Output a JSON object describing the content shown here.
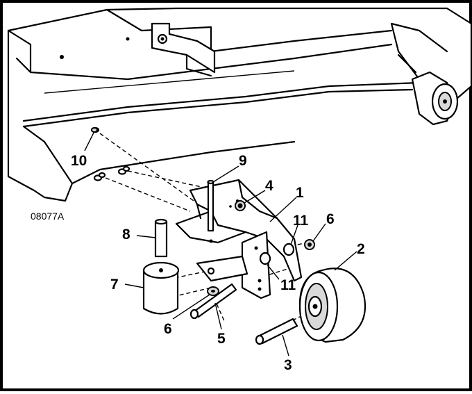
{
  "figure": {
    "reference_code": "08077A",
    "callouts": {
      "c1": "1",
      "c2": "2",
      "c3": "3",
      "c4": "4",
      "c5": "5",
      "c6a": "6",
      "c6b": "6",
      "c7": "7",
      "c8": "8",
      "c9": "9",
      "c10": "10",
      "c11a": "11",
      "c11b": "11"
    }
  }
}
